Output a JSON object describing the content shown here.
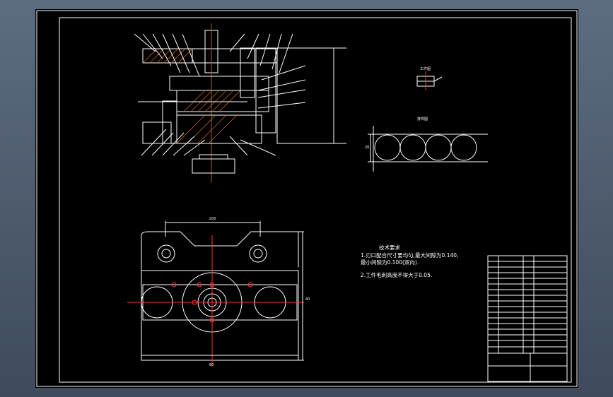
{
  "drawing": {
    "tech_title": "技术要求",
    "tech_req_1a": "1.刃口配合尺寸要均匀,最大间隙为0.140,",
    "tech_req_1b": "最小间隙为0.100(双向).",
    "tech_req_2": "2.工件毛刺高度不得大于0.05.",
    "part_label": "工件图",
    "strip_label": "排样图",
    "dim_top": "200",
    "dim_bottom": "80",
    "dim_side": "40",
    "strip_dim": "20",
    "colors": {
      "outline": "#ffffff",
      "centerline": "#ff3030",
      "hatch": "#d06010"
    }
  }
}
